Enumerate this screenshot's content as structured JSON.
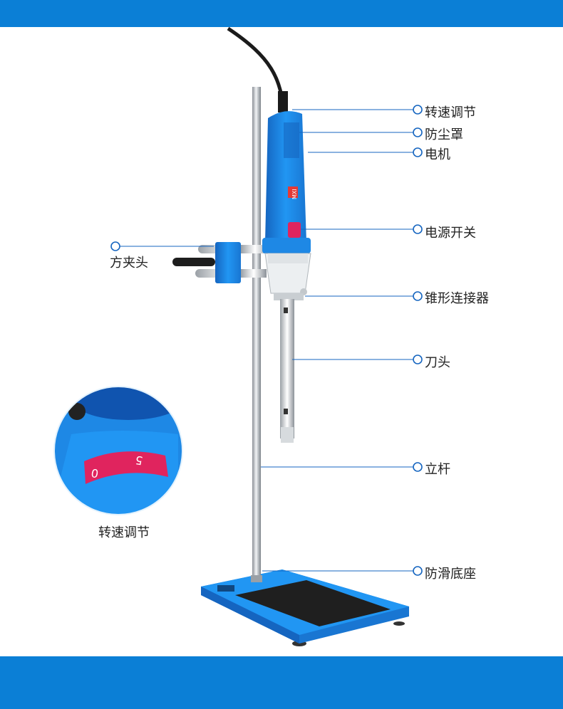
{
  "colors": {
    "band": "#0b7fd6",
    "device_blue": "#1e88e5",
    "leader_line": "#1565c0",
    "dial_red": "#e0245e"
  },
  "labels": {
    "speed_control": "转速调节",
    "dust_cover": "防尘罩",
    "motor": "电机",
    "power_switch": "电源开关",
    "square_clamp": "方夹头",
    "cone_connector": "锥形连接器",
    "blade_head": "刀头",
    "stand_rod": "立杆",
    "nonslip_base": "防滑底座",
    "inset_caption": "转速调节"
  },
  "device": {
    "brand_text": "MXI",
    "dial_digits": [
      "0",
      "5"
    ]
  }
}
